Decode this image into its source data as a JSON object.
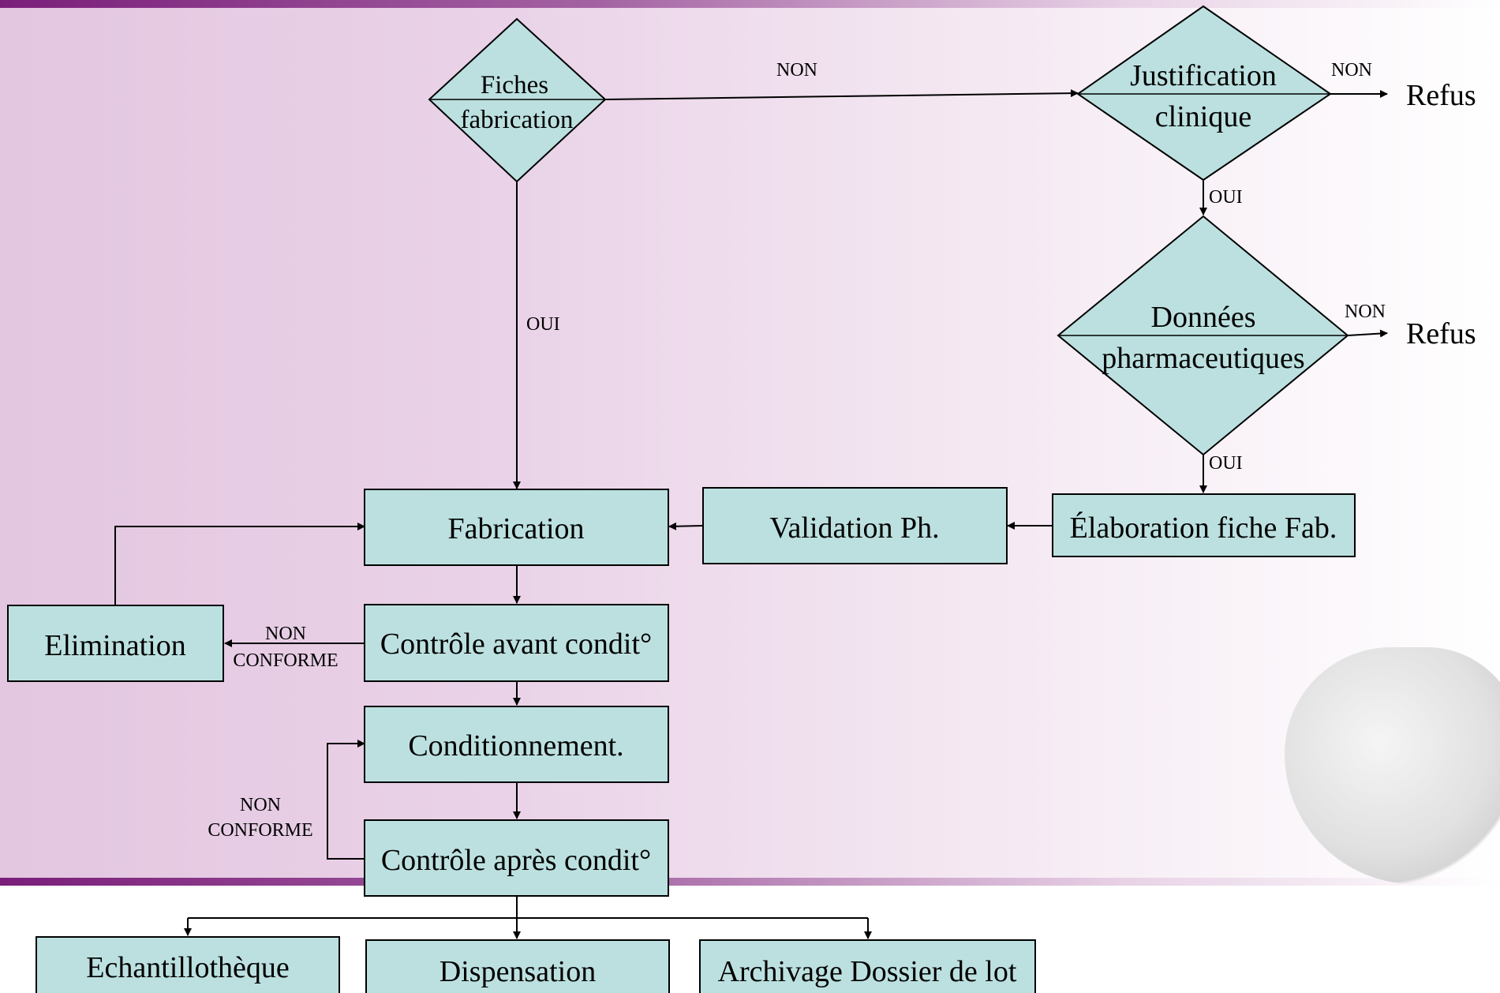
{
  "diagram": {
    "decisions": {
      "fiches": [
        "Fiches",
        "fabrication"
      ],
      "justification": [
        "Justification",
        "clinique"
      ],
      "donnees": [
        "Données",
        "pharmaceutiques"
      ]
    },
    "boxes": {
      "fabrication": "Fabrication",
      "validation": "Validation Ph.",
      "elaboration": "Élaboration fiche Fab.",
      "elimination": "Elimination",
      "controle_avant": "Contrôle avant condit°",
      "conditionnement": "Conditionnement.",
      "controle_apres": "Contrôle après condit°",
      "echantillotheque": "Echantillothèque",
      "dispensation": "Dispensation",
      "archivage": "Archivage Dossier de lot"
    },
    "outcomes": {
      "refus_1": "Refus",
      "refus_2": "Refus"
    },
    "edge_labels": {
      "non_fiches": "NON",
      "oui_fiches": "OUI",
      "non_justif": "NON",
      "oui_justif": "OUI",
      "non_donnees": "NON",
      "oui_donnees": "OUI",
      "non_conforme_1": [
        "NON",
        "CONFORME"
      ],
      "non_conforme_2": [
        "NON",
        "CONFORME"
      ]
    },
    "colors": {
      "shape_fill": "#bce0e0",
      "stroke": "#000000"
    }
  }
}
